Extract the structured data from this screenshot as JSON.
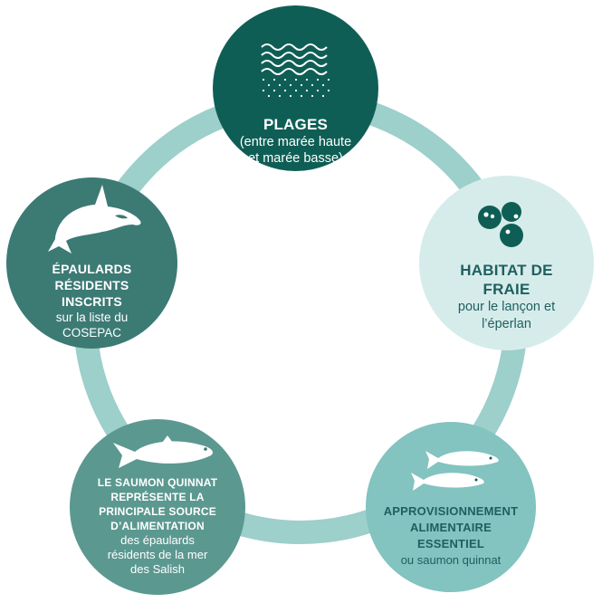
{
  "colors": {
    "ring": "#9dcfcb",
    "beaches": "#0f5e55",
    "spawning": "#d6eceb",
    "food": "#83c3c0",
    "salmon": "#5b9890",
    "orca": "#3c7a74"
  },
  "nodes": {
    "beaches": {
      "icon": "waves-icon",
      "title": "PLAGES",
      "line1": "(entre marée haute",
      "line2": "et marée basse)"
    },
    "spawning": {
      "icon": "fish-eggs-icon",
      "title1": "HABITAT DE",
      "title2": "FRAIE",
      "line1": "pour le lançon et",
      "line2": "l’éperlan"
    },
    "food": {
      "icon": "small-fish-icon",
      "title1": "APPROVISIONNEMENT",
      "title2": "ALIMENTAIRE",
      "title3": "ESSENTIEL",
      "line1": "ou saumon quinnat"
    },
    "salmon": {
      "icon": "salmon-icon",
      "title1": "LE SAUMON QUINNAT",
      "title2": "REPRÉSENTE LA",
      "title3": "PRINCIPALE SOURCE",
      "title4": "D’ALIMENTATION",
      "line1": "des épaulards",
      "line2": "résidents de la mer",
      "line3": "des Salish"
    },
    "orca": {
      "icon": "orca-icon",
      "title1": "ÉPAULARDS",
      "title2": "RÉSIDENTS",
      "title3": "INSCRITS",
      "line1": "sur la liste du",
      "line2": "COSEPAC"
    }
  }
}
